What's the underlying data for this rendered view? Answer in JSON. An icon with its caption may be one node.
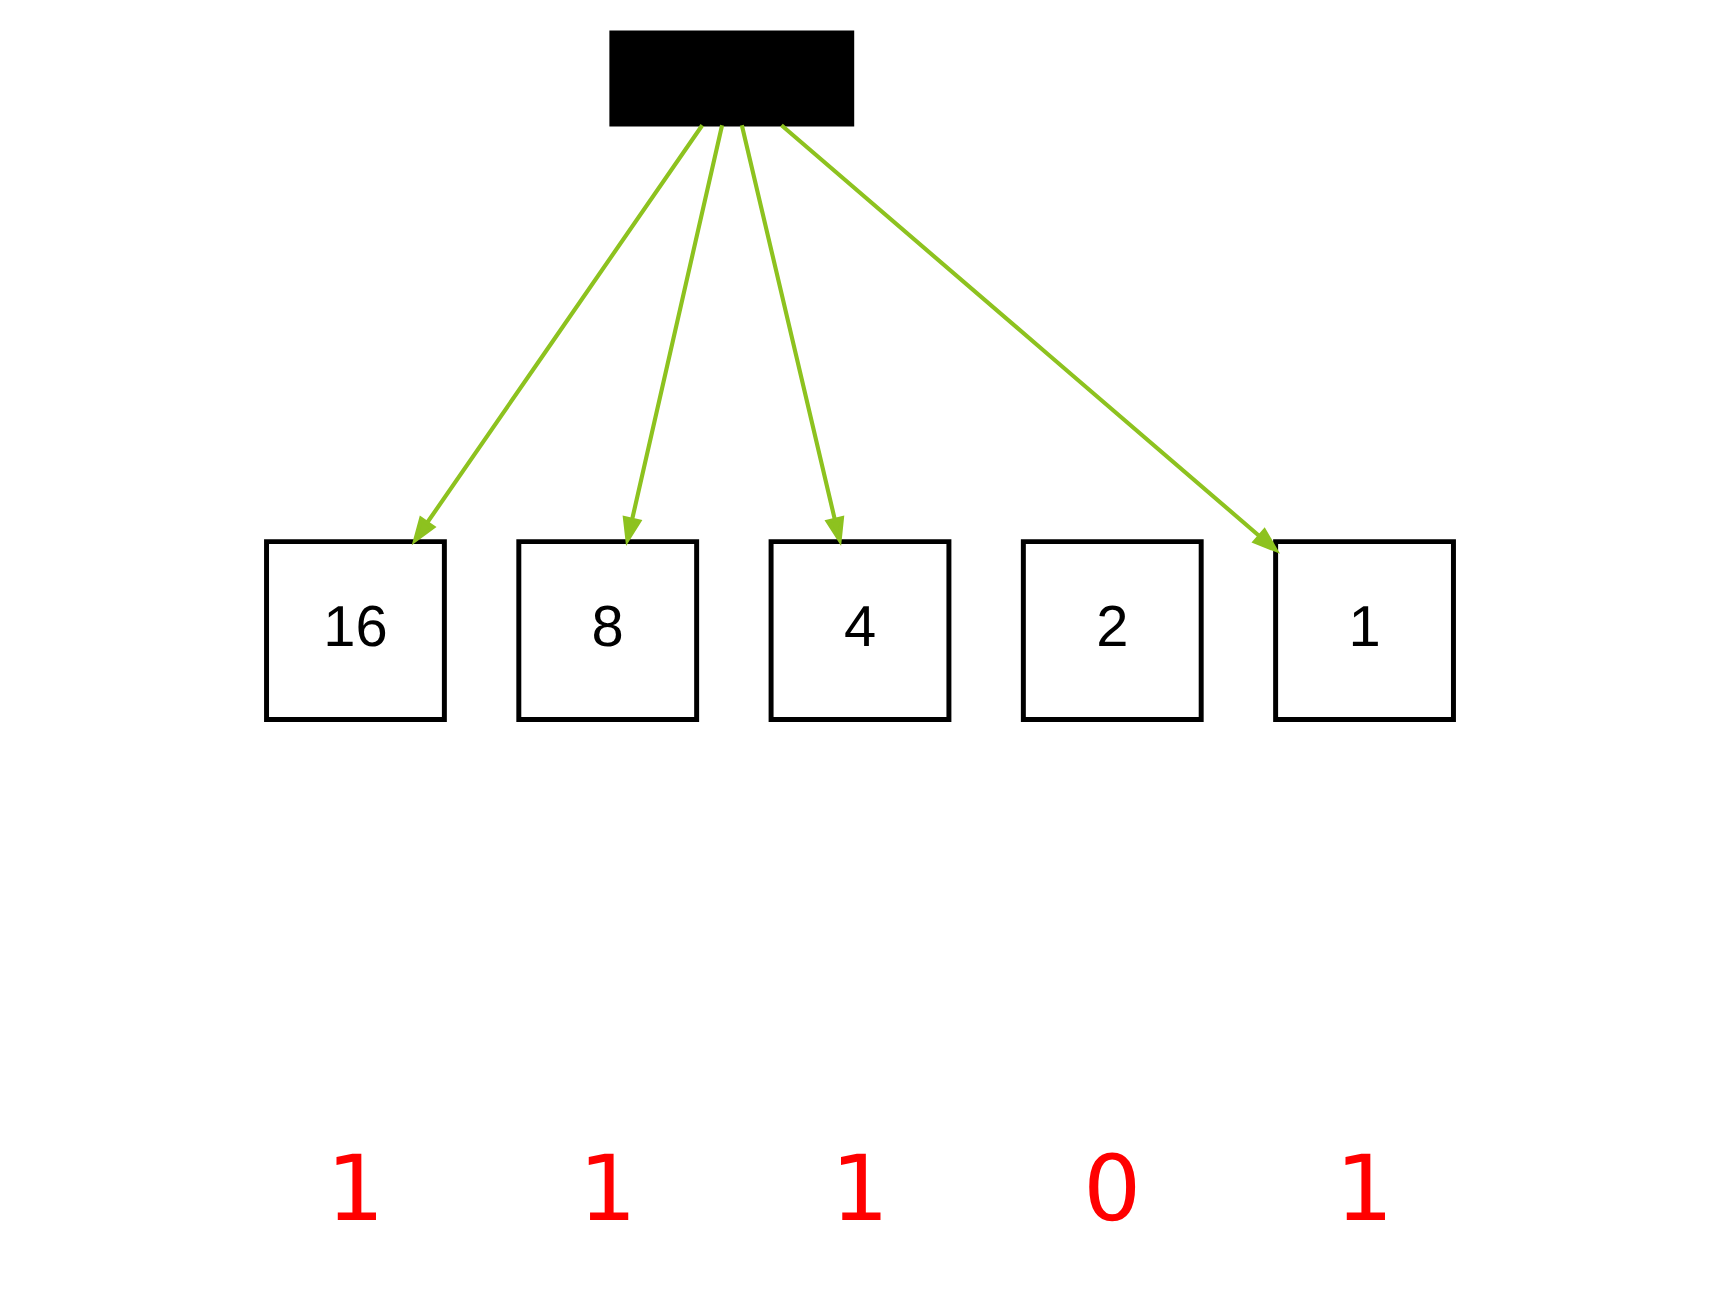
{
  "diagram": {
    "nodes": [
      {
        "text": [],
        "shape": "box"
      },
      {
        "text": [
          "16"
        ]
      },
      {
        "text": [
          "8"
        ]
      },
      {
        "text": [
          "4"
        ]
      },
      {
        "text": [
          "2"
        ]
      },
      {
        "text": [
          "1"
        ]
      }
    ],
    "edges": [
      {
        "from": 0,
        "to": 1,
        "arrow": "to",
        "color": "#8dc21f"
      },
      {
        "from": 0,
        "to": 2,
        "arrow": "to",
        "color": "#8dc21f"
      },
      {
        "from": 0,
        "to": 3,
        "arrow": "to",
        "color": "#8dc21f"
      },
      {
        "from": 0,
        "to": 5,
        "arrow": "to",
        "color": "#8dc21f"
      }
    ],
    "labels": [
      "1",
      "1",
      "1",
      "0",
      "1"
    ]
  }
}
